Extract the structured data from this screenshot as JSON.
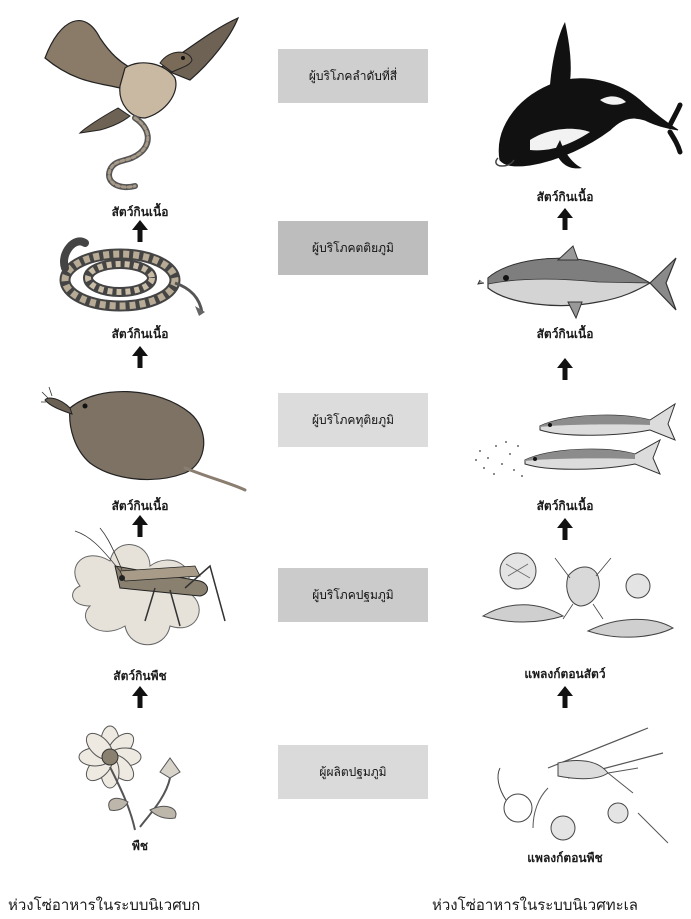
{
  "levels": [
    {
      "label": "ผู้บริโภคลำดับที่สี่",
      "color": "#cfcfcf"
    },
    {
      "label": "ผู้บริโภคตติยภูมิ",
      "color": "#bdbdbd"
    },
    {
      "label": "ผู้บริโภคทุติยภูมิ",
      "color": "#dcdcdc"
    },
    {
      "label": "ผู้บริโภคปฐมภูมิ",
      "color": "#cbcbcb"
    },
    {
      "label": "ผู้ผลิตปฐมภูมิ",
      "color": "#dadada"
    }
  ],
  "land": {
    "labels": [
      "สัตว์กินเนื้อ",
      "สัตว์กินเนื้อ",
      "สัตว์กินเนื้อ",
      "สัตว์กินพืช",
      "พืช"
    ],
    "organisms": [
      "hawk",
      "rattlesnake",
      "shrew",
      "grasshopper",
      "flowering-plant"
    ],
    "caption": "ห่วงโซ่อาหารในระบบนิเวศบก"
  },
  "sea": {
    "labels": [
      "สัตว์กินเนื้อ",
      "สัตว์กินเนื้อ",
      "สัตว์กินเนื้อ",
      "แพลงก์ตอนสัตว์",
      "แพลงก์ตอนพืช"
    ],
    "organisms": [
      "killer-whale",
      "tuna",
      "sardines",
      "zooplankton",
      "phytoplankton"
    ],
    "caption": "ห่วงโซ่อาหารในระบบนิเวศทะเล"
  }
}
